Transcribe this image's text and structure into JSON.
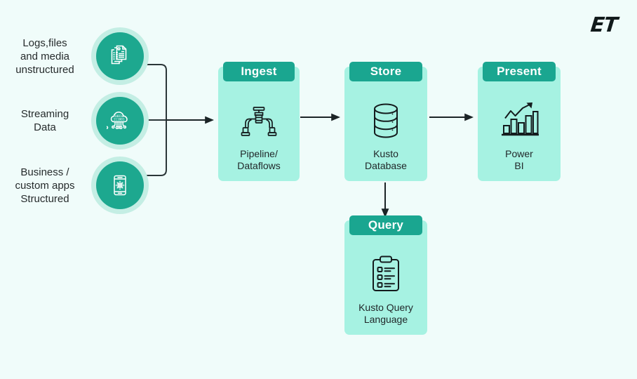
{
  "logo": {
    "text": "ET"
  },
  "background_color": "#f0fcfa",
  "accent_colors": {
    "header_teal": "#1aa690",
    "box_mint": "#a6f2e2",
    "circle_teal": "#1da88f",
    "circle_ring": "#c4eee4",
    "arrow": "#1b2426",
    "text_dark": "#21282a"
  },
  "sources": [
    {
      "label": "Logs,files\nand media\nunstructured",
      "icon": "documents-icon",
      "name": "source-logs-files-media"
    },
    {
      "label": "Streaming\nData",
      "icon": "cloud-data-icon",
      "name": "source-streaming-data"
    },
    {
      "label": "Business /\ncustom apps\nStructured",
      "icon": "mobile-gear-icon",
      "name": "source-business-custom-apps"
    }
  ],
  "stages": [
    {
      "name": "stage-ingest",
      "header": "Ingest",
      "caption": "Pipeline/\nDataflows",
      "icon": "pipeline-valve-icon"
    },
    {
      "name": "stage-store",
      "header": "Store",
      "caption": "Kusto\nDatabase",
      "icon": "database-icon"
    },
    {
      "name": "stage-present",
      "header": "Present",
      "caption": "Power\nBI",
      "icon": "bar-chart-trend-icon"
    },
    {
      "name": "stage-query",
      "header": "Query",
      "caption": "Kusto Query\nLanguage",
      "icon": "clipboard-list-icon"
    }
  ]
}
